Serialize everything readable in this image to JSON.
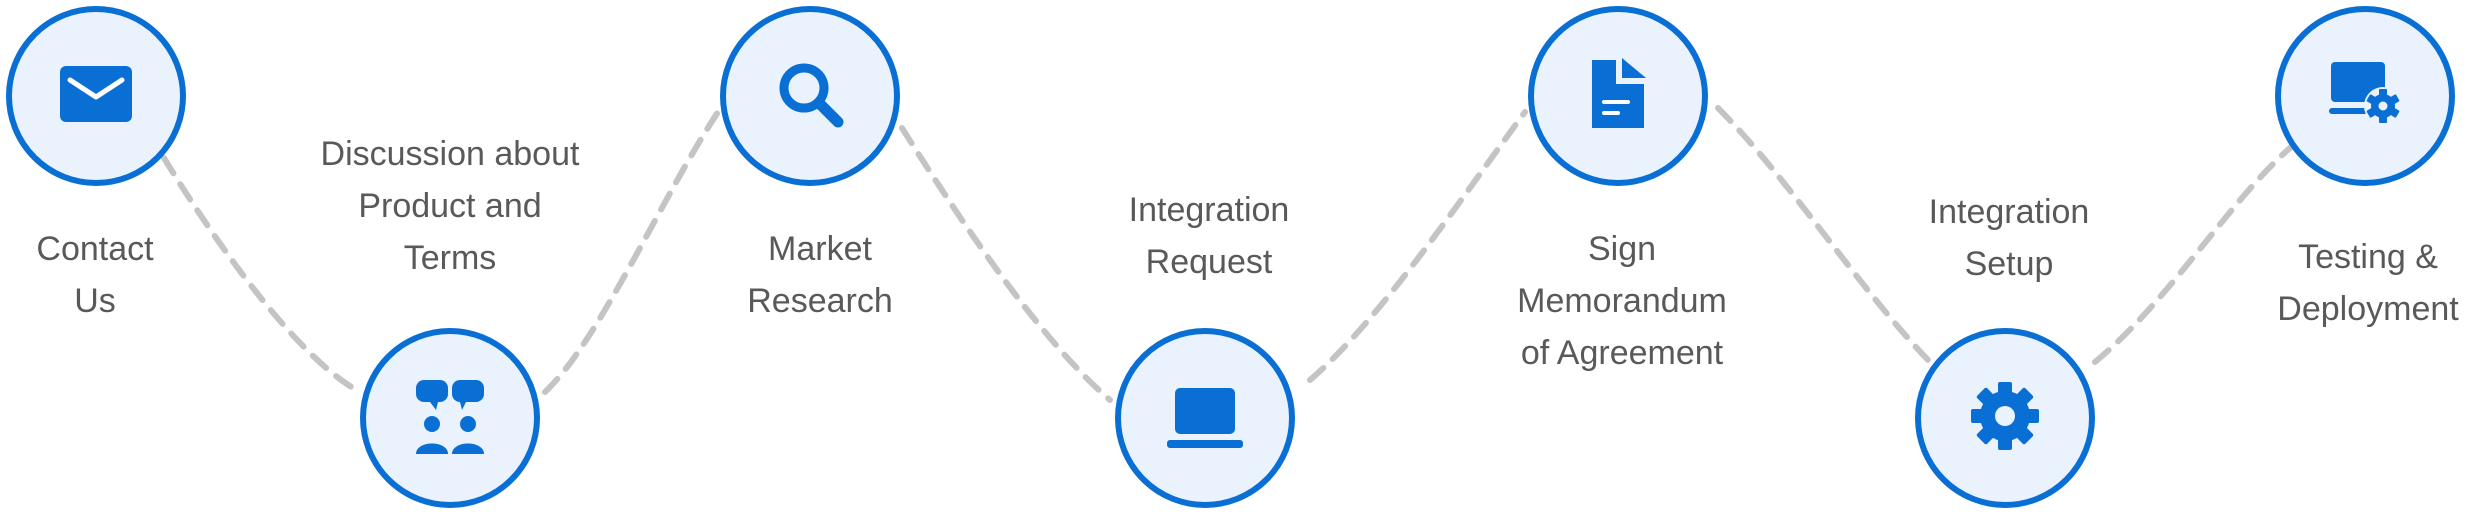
{
  "colors": {
    "accent": "#0a6fd4",
    "circle_fill": "#eaf3fd",
    "connector": "#c4c4c4",
    "label_text": "#595959"
  },
  "steps": [
    {
      "label": "Contact\nUs",
      "icon": "envelope-icon"
    },
    {
      "label": "Discussion about\nProduct and\nTerms",
      "icon": "discussion-people-icon"
    },
    {
      "label": "Market\nResearch",
      "icon": "magnifier-icon"
    },
    {
      "label": "Integration\nRequest",
      "icon": "laptop-icon"
    },
    {
      "label": "Sign\nMemorandum\nof Agreement",
      "icon": "document-icon"
    },
    {
      "label": "Integration\nSetup",
      "icon": "gear-icon"
    },
    {
      "label": "Testing &\nDeployment",
      "icon": "monitor-gear-icon"
    }
  ]
}
